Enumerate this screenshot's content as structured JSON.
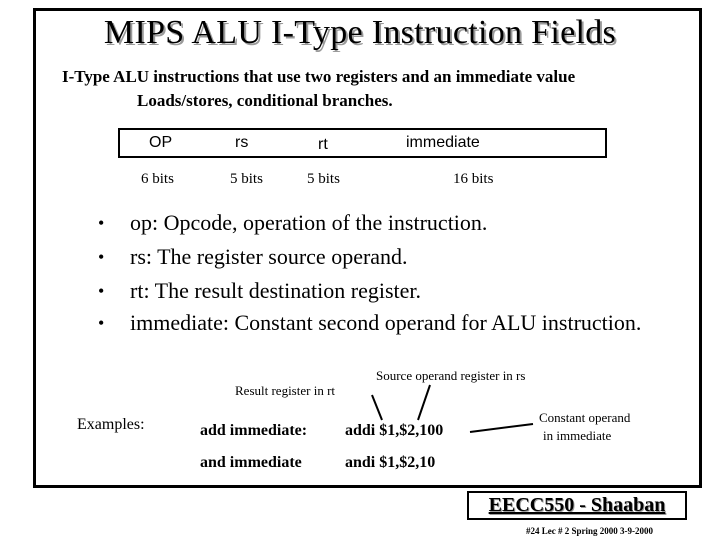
{
  "title": "MIPS ALU I-Type Instruction Fields",
  "intro": {
    "line1": "I-Type ALU instructions that use two registers and an immediate value",
    "line2": "Loads/stores, conditional branches."
  },
  "fields": [
    {
      "name": "OP",
      "bits": "6 bits"
    },
    {
      "name": "rs",
      "bits": "5 bits"
    },
    {
      "name": "rt",
      "bits": "5 bits"
    },
    {
      "name": "immediate",
      "bits": "16  bits"
    }
  ],
  "bullets": [
    "op: Opcode, operation of the instruction.",
    "rs: The register source operand.",
    "rt: The result destination register.",
    "immediate:  Constant second operand for ALU instruction."
  ],
  "annotations": {
    "result_register": "Result register in rt",
    "source_register": "Source operand register in rs",
    "constant_operand_line1": "Constant operand",
    "constant_operand_line2": "in immediate"
  },
  "examples": {
    "label": "Examples:",
    "rows": [
      {
        "name": "add immediate:",
        "code": "addi $1,$2,100"
      },
      {
        "name": "and immediate",
        "code": "andi $1,$2,10"
      }
    ]
  },
  "footer": {
    "title": "EECC550 - Shaaban",
    "meta": "#24   Lec # 2   Spring 2000  3-9-2000"
  }
}
